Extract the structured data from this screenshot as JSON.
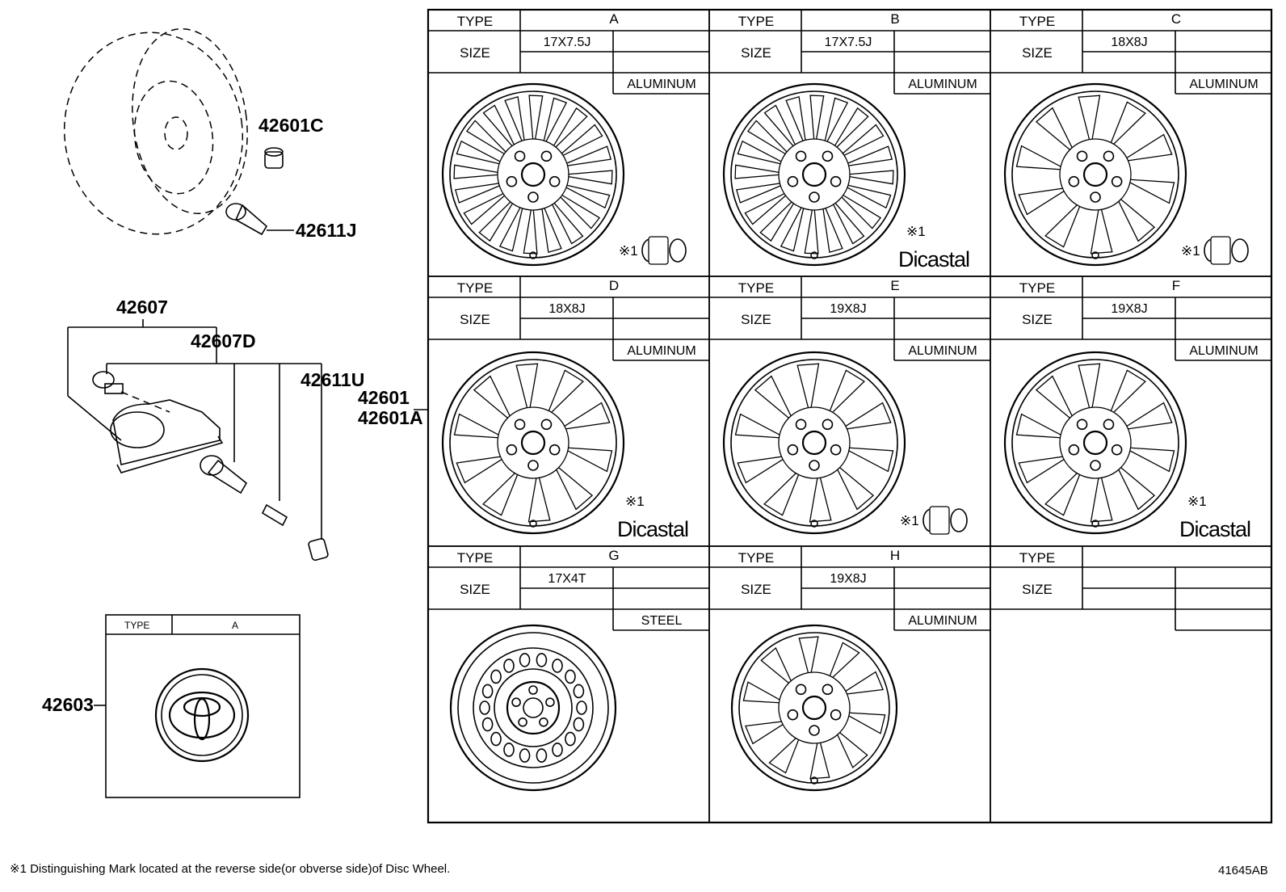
{
  "parts": {
    "p42601C": "42601C",
    "p42611J": "42611J",
    "p42607": "42607",
    "p42607D": "42607D",
    "p42611U": "42611U",
    "p42601": "42601",
    "p42601A": "42601A",
    "p42603": "42603"
  },
  "cap_table": {
    "type_label": "TYPE",
    "type_value": "A"
  },
  "headers": {
    "type_label": "TYPE",
    "size_label": "SIZE"
  },
  "wheels": [
    {
      "type": "A",
      "size": "17X7.5J",
      "material": "ALUMINUM",
      "mark": "symbol"
    },
    {
      "type": "B",
      "size": "17X7.5J",
      "material": "ALUMINUM",
      "mark": "Dicastal"
    },
    {
      "type": "C",
      "size": "18X8J",
      "material": "ALUMINUM",
      "mark": "symbol"
    },
    {
      "type": "D",
      "size": "18X8J",
      "material": "ALUMINUM",
      "mark": "Dicastal"
    },
    {
      "type": "E",
      "size": "19X8J",
      "material": "ALUMINUM",
      "mark": "symbol"
    },
    {
      "type": "F",
      "size": "19X8J",
      "material": "ALUMINUM",
      "mark": "Dicastal"
    },
    {
      "type": "G",
      "size": "17X4T",
      "material": "STEEL",
      "mark": ""
    },
    {
      "type": "H",
      "size": "19X8J",
      "material": "ALUMINUM",
      "mark": ""
    },
    {
      "type": "",
      "size": "",
      "material": "",
      "mark": ""
    }
  ],
  "mark_ref": "※1",
  "dicastal_text": "Dicastal",
  "footnote": "※1 Distinguishing Mark located at the reverse side(or obverse side)of Disc Wheel.",
  "illustration_code": "41645AB"
}
